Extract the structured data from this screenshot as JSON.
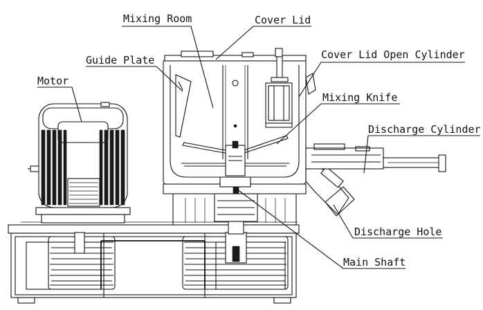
{
  "labels": {
    "mixing_room": "Mixing Room",
    "cover_lid": "Cover Lid",
    "guide_plate": "Guide Plate",
    "cover_lid_open_cylinder": "Cover Lid Open Cylinder",
    "motor": "Motor",
    "mixing_knife": "Mixing Knife",
    "discharge_cylinder": "Discharge Cylinder",
    "discharge_hole": "Discharge Hole",
    "main_shaft": "Main Shaft"
  }
}
